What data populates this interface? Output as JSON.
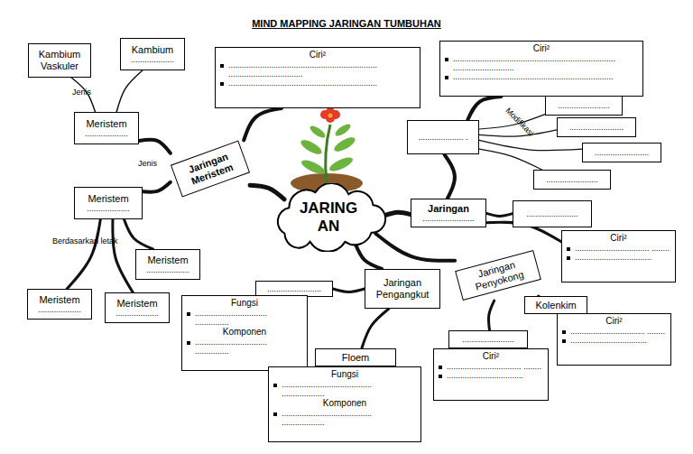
{
  "diagram": {
    "title": "MIND MAPPING JARINGAN TUMBUHAN",
    "nodes": [
      {
        "text": [
          "Kambium Vaskuler"
        ]
      },
      {
        "text": [
          "Kambium",
          "..................."
        ]
      },
      {
        "text": [
          "Ciri²",
          ".................................................................. .................................",
          ".................................................................."
        ]
      },
      {
        "text": [
          "Ciri²",
          "........................................................................ ...........................",
          "......................................................................."
        ]
      },
      {
        "text": [
          "Meristem",
          "..................."
        ]
      },
      {
        "text": [
          ".................... ."
        ]
      },
      {
        "text": [
          "......................."
        ]
      },
      {
        "text": [
          "........................"
        ]
      },
      {
        "text": [
          "........................"
        ]
      },
      {
        "text": [
          "......................."
        ]
      },
      {
        "text": [
          "Jaringan Meristem"
        ]
      },
      {
        "text": [
          "Meristem",
          "..................."
        ]
      },
      {
        "text": [
          "JARING AN"
        ]
      },
      {
        "text": [
          "Jaringan",
          "......................."
        ]
      },
      {
        "text": [
          "......................."
        ]
      },
      {
        "text": [
          "Ciri²",
          "................................. ........",
          ".................................."
        ]
      },
      {
        "text": [
          "Meristem",
          "..................."
        ]
      },
      {
        "text": [
          "Jaringan Penyokong"
        ]
      },
      {
        "text": [
          "Jaringan Pengangkut"
        ]
      },
      {
        "text": [
          "........................"
        ]
      },
      {
        "text": [
          "Meristem",
          "..................."
        ]
      },
      {
        "text": [
          "Meristem",
          "..................."
        ]
      },
      {
        "text": [
          "Fungsi",
          "................................ ...............",
          "Komponen",
          "................................ ..............."
        ]
      },
      {
        "text": [
          "Kolenkim"
        ]
      },
      {
        "text": [
          "Ciri²",
          "................................. ........",
          ".................................."
        ]
      },
      {
        "text": [
          "......................."
        ]
      },
      {
        "text": [
          "Floem"
        ]
      },
      {
        "text": [
          "Ciri²",
          "................................. ........",
          ".................................."
        ]
      },
      {
        "text": [
          "Fungsi",
          "........................................ ...................",
          "Komponen",
          "........................................ ..................."
        ]
      }
    ],
    "edges": [
      {
        "from": 12,
        "to": 10,
        "arrow": "none"
      },
      {
        "from": 10,
        "to": 2,
        "arrow": "none"
      },
      {
        "from": 10,
        "to": 4,
        "arrow": "none"
      },
      {
        "from": 10,
        "to": 11,
        "arrow": "none"
      },
      {
        "from": 4,
        "to": 0,
        "arrow": "none"
      },
      {
        "from": 4,
        "to": 1,
        "arrow": "none"
      },
      {
        "from": 11,
        "to": 16,
        "arrow": "none"
      },
      {
        "from": 11,
        "to": 20,
        "arrow": "none"
      },
      {
        "from": 11,
        "to": 21,
        "arrow": "none"
      },
      {
        "from": 12,
        "to": 13,
        "arrow": "none"
      },
      {
        "from": 13,
        "to": 5,
        "arrow": "none"
      },
      {
        "from": 5,
        "to": 3,
        "arrow": "none"
      },
      {
        "from": 5,
        "to": 6,
        "arrow": "none"
      },
      {
        "from": 5,
        "to": 7,
        "arrow": "none"
      },
      {
        "from": 5,
        "to": 8,
        "arrow": "none"
      },
      {
        "from": 5,
        "to": 9,
        "arrow": "none"
      },
      {
        "from": 13,
        "to": 14,
        "arrow": "none"
      },
      {
        "from": 13,
        "to": 15,
        "arrow": "none"
      },
      {
        "from": 12,
        "to": 18,
        "arrow": "none"
      },
      {
        "from": 12,
        "to": 17,
        "arrow": "none"
      },
      {
        "from": 18,
        "to": 19,
        "arrow": "none"
      },
      {
        "from": 18,
        "to": 26,
        "arrow": "none"
      },
      {
        "from": 17,
        "to": 23,
        "arrow": "none"
      },
      {
        "from": 17,
        "to": 25,
        "arrow": "none"
      }
    ],
    "labels": [
      "Jenis",
      "Modifikasi",
      "Jenis",
      "Berdasarkan letak"
    ]
  }
}
